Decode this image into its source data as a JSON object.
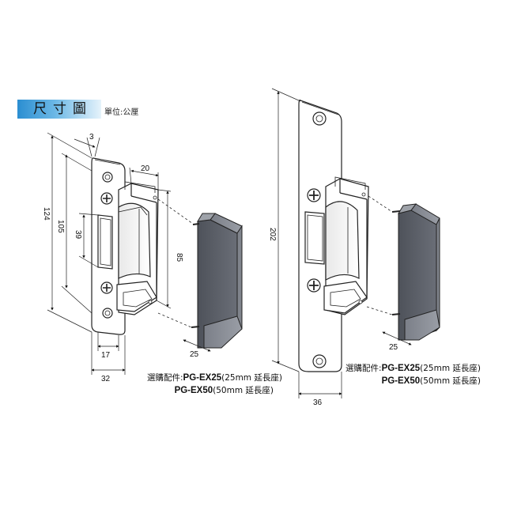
{
  "header": {
    "title": "尺寸圖",
    "unit_label": "單位:公厘"
  },
  "dimensions": {
    "left": {
      "plate_thickness": "3",
      "total_height": "124",
      "slot_height": "105",
      "opening": "39",
      "body_depth": "20",
      "body_height": "85",
      "lip_depth": "17",
      "plate_width": "32",
      "extension_depth": "25"
    },
    "right": {
      "total_height": "202",
      "plate_width": "36",
      "extension_depth": "25"
    }
  },
  "accessories": {
    "label": "選購配件:",
    "items": [
      {
        "code": "PG-EX25",
        "desc": "(25mm 延長座)"
      },
      {
        "code": "PG-EX50",
        "desc": "(50mm 延長座)"
      }
    ]
  },
  "colors": {
    "title_accent": "#2b8ed1",
    "extension_block": "#595d66",
    "plate": "#ffffff",
    "outline": "#222222"
  }
}
